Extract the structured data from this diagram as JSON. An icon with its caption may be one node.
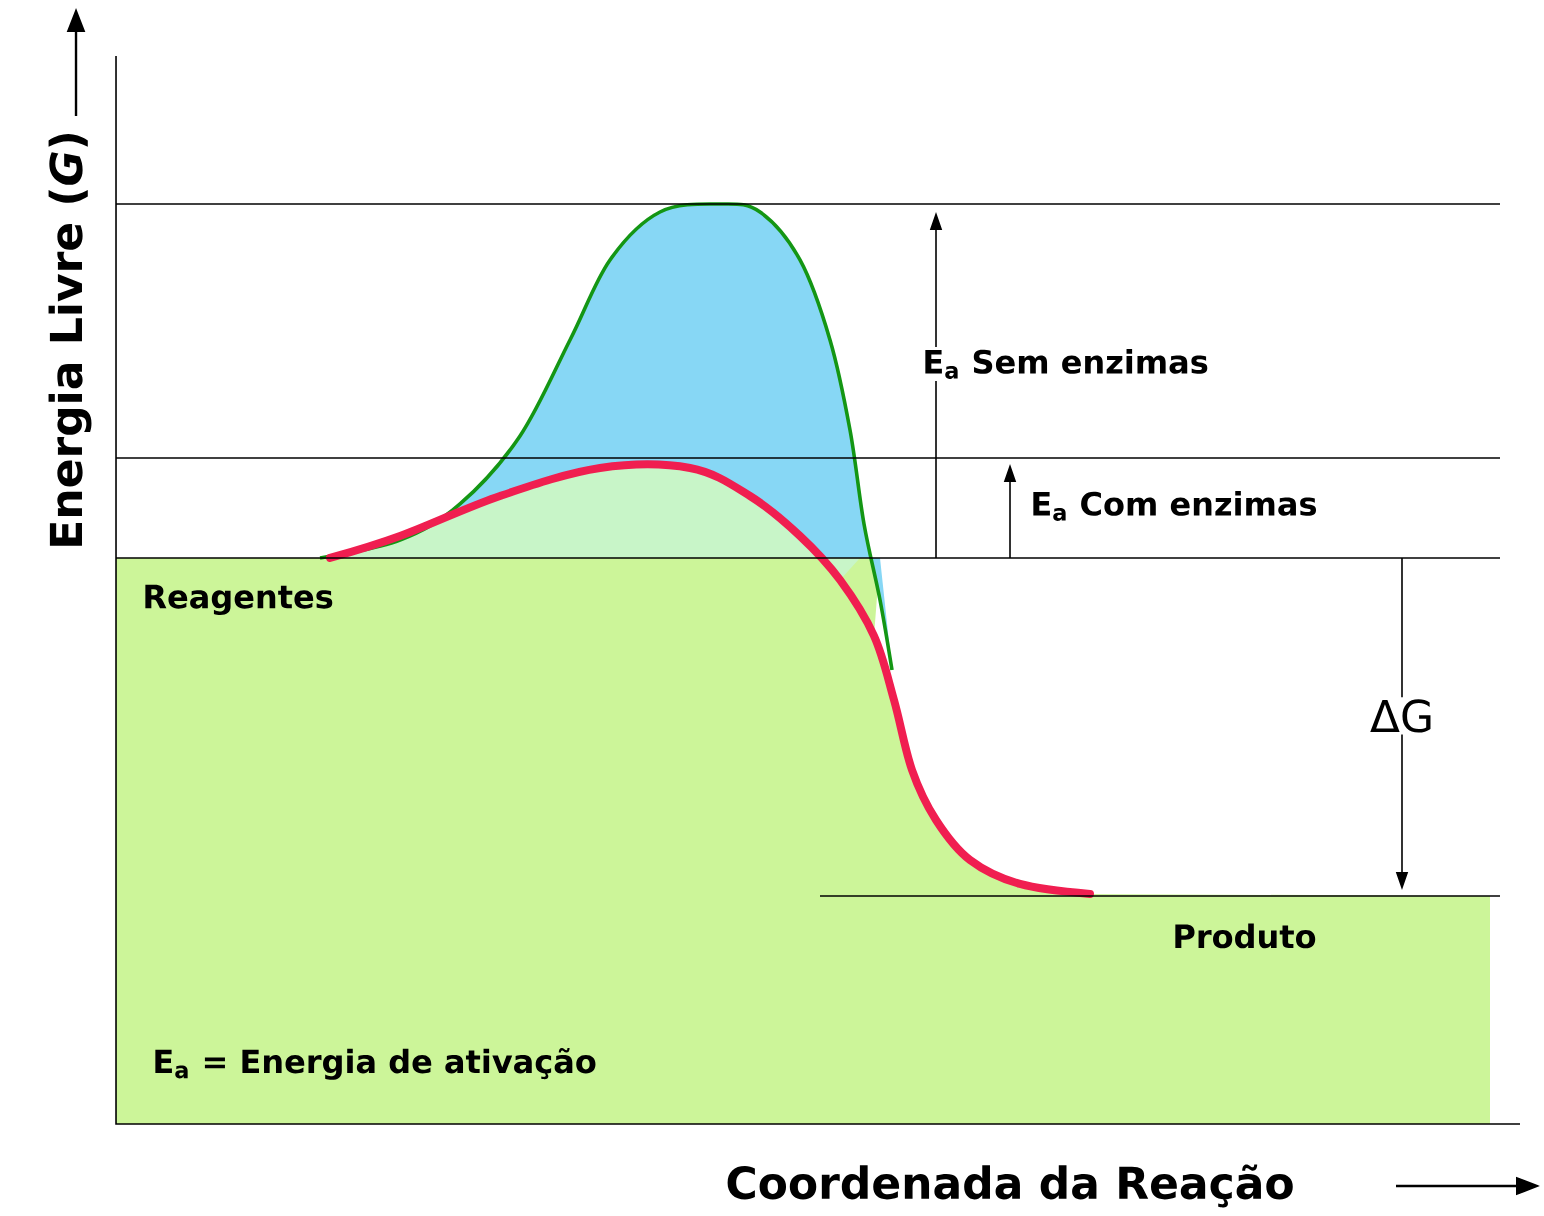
{
  "diagram": {
    "labels": [
      "Energia Livre (*G*)",
      "E$_{a}$ Sem enzimas",
      "E$_{a}$ Com enzimas",
      "Reagentes",
      "ΔG",
      "Produto",
      "E$_{a}$ = Energia de ativação",
      "Coordenada da Reação"
    ]
  }
}
